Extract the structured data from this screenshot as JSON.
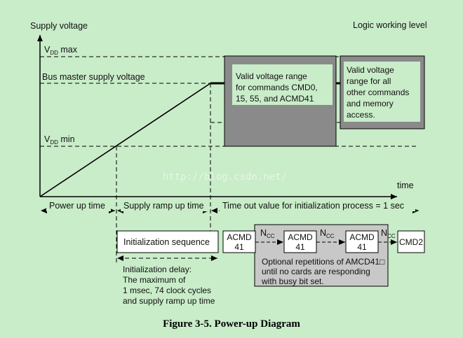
{
  "labels": {
    "supply_voltage": "Supply voltage",
    "logic_working_level": "Logic working level",
    "vdd_max_main": "V",
    "vdd_max_sub": "DD",
    "vdd_max_suffix": " max",
    "bus_master_supply": "Bus master supply voltage",
    "vdd_min_main": "V",
    "vdd_min_sub": "DD",
    "vdd_min_suffix": " min",
    "time": "time"
  },
  "boxes": {
    "valid_cmd0": [
      "Valid voltage range",
      "for commands CMD0,",
      "15, 55, and ACMD41"
    ],
    "valid_other": [
      "Valid voltage",
      "range for all",
      "other commands",
      "and memory",
      "access."
    ]
  },
  "intervals": {
    "power_up_time": "Power up time",
    "supply_ramp_up_time": "Supply ramp up time",
    "timeout_value": "Time out value for initialization process = 1 sec"
  },
  "sequence": {
    "init_sequence": "Initialization sequence",
    "acmd_top": "ACMD",
    "acmd_bottom": "41",
    "ncc_main": "N",
    "ncc_sub": "CC",
    "cmd2": "CMD2"
  },
  "notes": {
    "optional": [
      "Optional repetitions of AMCD41□",
      "until no cards are responding",
      "with busy bit set."
    ],
    "init_delay": [
      "Initialization delay:",
      "The maximum of",
      "1 msec, 74 clock cycles",
      "and supply ramp up time"
    ]
  },
  "watermark": "http://blog.csdn.net/",
  "caption": "Figure 3-5.  Power-up Diagram"
}
